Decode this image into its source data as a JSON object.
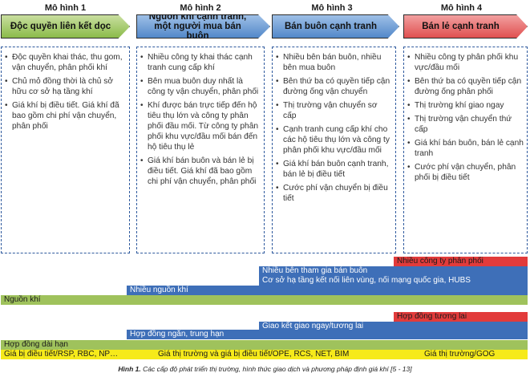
{
  "models": [
    {
      "heading": "Mô hình 1",
      "title": "Độc quyền liên kết dọc",
      "bullets": [
        "Độc quyền khai thác, thu gom, vận chuyển, phân phối khí",
        "Chủ mỏ đồng thời là chủ sở hữu cơ sở hạ tầng khí",
        "Giá khí bị điều tiết. Giá khí đã bao gồm chi phí vận chuyển, phân phối"
      ]
    },
    {
      "heading": "Mô hình 2",
      "title": "Nguồn khí cạnh tranh, một người mua bán buôn",
      "bullets": [
        "Nhiều công ty khai thác cạnh tranh cung cấp khí",
        "Bên mua buôn duy nhất là công ty vận chuyển, phân phối",
        "Khí được bán trực tiếp đến hộ tiêu thụ lớn và công ty phân phối đầu mối. Từ công ty phân phối khu vực/đầu mối bán đến hộ tiêu thụ lẻ",
        "Giá khí bán buôn và bán lẻ bị điều tiết. Giá khí đã bao gồm chi phí vận chuyển, phân phối"
      ]
    },
    {
      "heading": "Mô hình 3",
      "title": "Bán buôn cạnh tranh",
      "bullets": [
        "Nhiều bên bán buôn, nhiều bên mua buôn",
        "Bên thứ ba có quyền tiếp cận đường ống vận chuyển",
        "Thị trường vận chuyển sơ cấp",
        "Cạnh tranh cung cấp khí cho các hộ tiêu thụ lớn và công ty phân phối khu vực/đầu mối",
        "Giá khí bán buôn cạnh tranh, bán lẻ bị điều tiết",
        "Cước phí vận chuyển bị điều tiết"
      ]
    },
    {
      "heading": "Mô hình 4",
      "title": "Bán lẻ cạnh tranh",
      "bullets": [
        "Nhiều công ty phân phối khu vực/đầu mối",
        "Bên thứ ba có quyền tiếp cận đường ống phân phối",
        "Thị trường khí giao ngay",
        "Thị trường vận chuyển thứ cấp",
        "Giá khí bán buôn, bán lẻ cạnh tranh",
        "Cước phí vận chuyển, phân phối bị điều tiết"
      ]
    }
  ],
  "bars": {
    "many_distributors": "Nhiều công ty phân phối",
    "many_wholesale_participants": "Nhiều bên tham gia bán buôn",
    "regional_infrastructure": "Cơ sở hạ tầng kết nối liên vùng, nối mạng quốc gia, HUBS",
    "many_gas_sources": "Nhiều nguồn khí",
    "gas_source": "Nguồn khí",
    "forward_contracts": "Hợp đồng tương lai",
    "spot_transactions": "Giao kết giao ngay/tương lai",
    "short_medium_contracts": "Hợp đồng ngắn, trung hạn",
    "long_term_contracts": "Hợp đồng dài hạn",
    "regulated_prices": "Giá bị điều tiết/RSP, RBC, NP…",
    "market_regulated_prices": "Giá thị trường và giá bị điều tiết/OPE, RCS, NET, BIM",
    "market_prices": "Giá thị trường/GOG"
  },
  "caption": {
    "label": "Hình 1.",
    "text": "Các cấp độ phát triển thị trường, hình thức giao dịch và phương pháp định giá khí [5 - 13]"
  },
  "colors": {
    "green": "#9fc25c",
    "blue": "#3e6fb8",
    "red": "#e23b3b",
    "yellow": "#f6ea1a"
  }
}
